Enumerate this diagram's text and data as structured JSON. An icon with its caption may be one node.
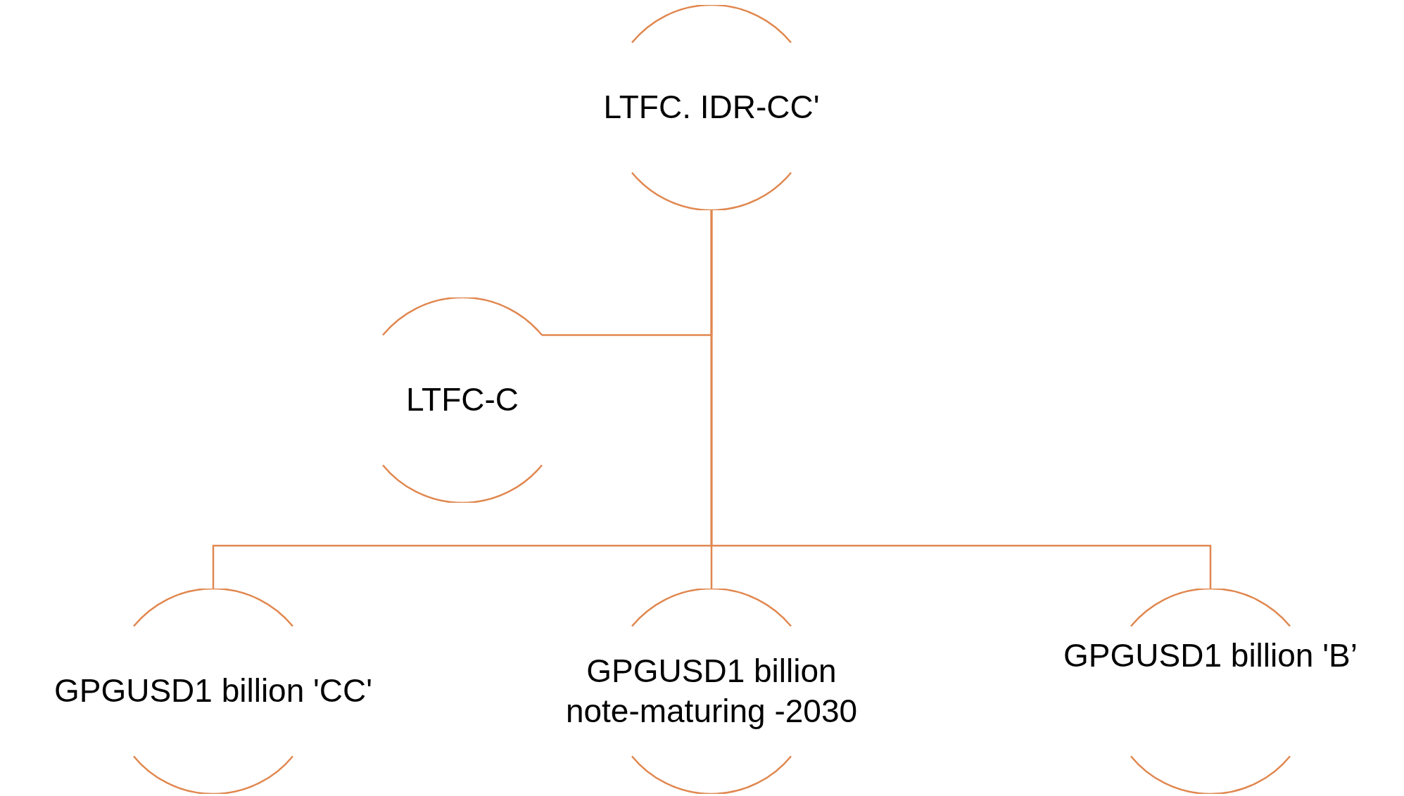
{
  "diagram": {
    "nodes": [
      {
        "text": [
          "LTFC. IDR-CC'"
        ]
      },
      {
        "text": [
          "LTFC-C"
        ]
      },
      {
        "text": [
          "GPGUSD1 billion 'CC'"
        ]
      },
      {
        "text": [
          "GPGUSD1 billion note-maturing -2030"
        ]
      },
      {
        "text": [
          "GPGUSD1 billion 'B’"
        ]
      }
    ],
    "edges": [
      {
        "from": 0,
        "to": 1,
        "arrow": "none"
      },
      {
        "from": 0,
        "to": 2,
        "arrow": "none"
      },
      {
        "from": 0,
        "to": 3,
        "arrow": "none"
      },
      {
        "from": 0,
        "to": 4,
        "arrow": "none"
      }
    ]
  }
}
